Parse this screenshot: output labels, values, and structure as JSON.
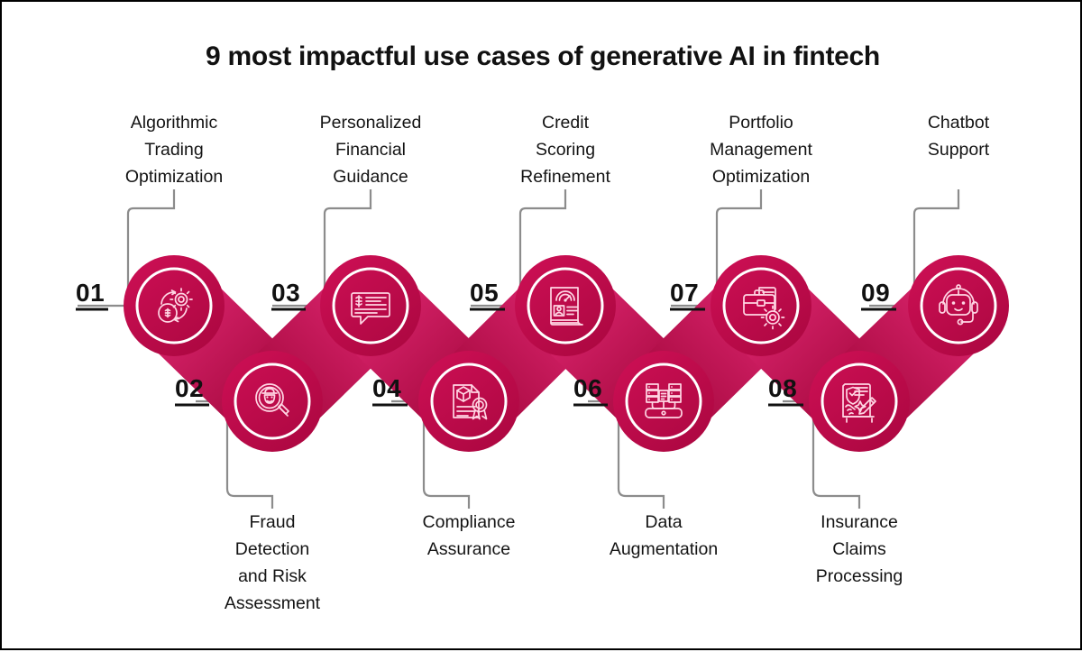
{
  "page": {
    "title": "9 most impactful use cases of generative AI in fintech",
    "background": "#ffffff",
    "border_color": "#000000"
  },
  "theme": {
    "ribbon_dark": "#b00840",
    "ribbon_light": "#d8236b",
    "circle_fill": "#c2074b",
    "icon_stroke": "#ffd6e4",
    "ring_stroke": "#ffffff",
    "leader_line": "#8c8c8c",
    "text": "#141414"
  },
  "steps": [
    {
      "number": "01",
      "label": "Algorithmic\nTrading\nOptimization",
      "icon": "gear-money-cycle-icon",
      "position": "top"
    },
    {
      "number": "02",
      "label": "Fraud\nDetection\nand Risk\nAssessment",
      "icon": "magnifier-fraudster-icon",
      "position": "bottom"
    },
    {
      "number": "03",
      "label": "Personalized\nFinancial\nGuidance",
      "icon": "chat-bubble-dollar-icon",
      "position": "top"
    },
    {
      "number": "04",
      "label": "Compliance\nAssurance",
      "icon": "document-box-certificate-icon",
      "position": "bottom"
    },
    {
      "number": "05",
      "label": "Credit\nScoring\nRefinement",
      "icon": "credit-score-report-icon",
      "position": "top"
    },
    {
      "number": "06",
      "label": "Data\nAugmentation",
      "icon": "database-server-stack-icon",
      "position": "bottom"
    },
    {
      "number": "07",
      "label": "Portfolio\nManagement\nOptimization",
      "icon": "briefcase-gear-icon",
      "position": "top"
    },
    {
      "number": "08",
      "label": "Insurance\nClaims\nProcessing",
      "icon": "claim-shield-pencil-icon",
      "position": "bottom"
    },
    {
      "number": "09",
      "label": "Chatbot\nSupport",
      "icon": "chatbot-headset-icon",
      "position": "top"
    }
  ]
}
